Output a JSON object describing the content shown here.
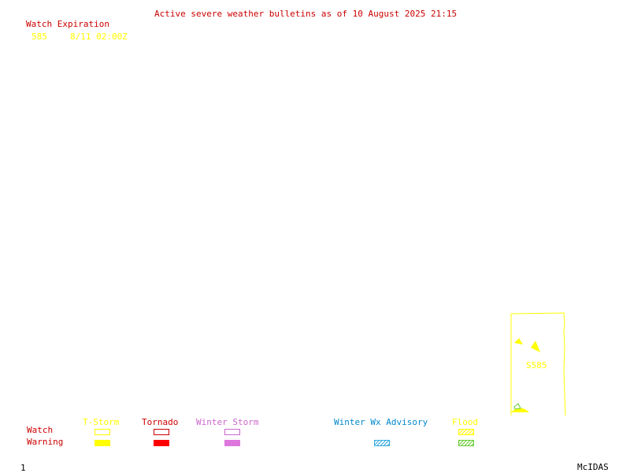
{
  "header": {
    "title": "Active severe weather bulletins as of 10 August 2025 21:15"
  },
  "watch_expiration": {
    "label": "Watch Expiration",
    "entries": [
      {
        "number": "585",
        "expires": "8/11 02:00Z"
      }
    ]
  },
  "map": {
    "watch_box_label": "S585"
  },
  "legend": {
    "row_watch": "Watch",
    "row_warning": "Warning",
    "categories": {
      "tstorm": "T-Storm",
      "tornado": "Tornado",
      "winter_storm": "Winter Storm",
      "winter_wx_advisory": "Winter Wx Advisory",
      "flood": "Flood"
    },
    "colors": {
      "tstorm": "#ffff00",
      "tornado": "#ff0000",
      "winter_storm": "#dd77dd",
      "winter_wx_advisory": "#33aadd",
      "flood_watch": "#ffff00",
      "flood_warning": "#66cc33"
    }
  },
  "footer": {
    "frame_number": "1",
    "brand": "McIDAS"
  }
}
